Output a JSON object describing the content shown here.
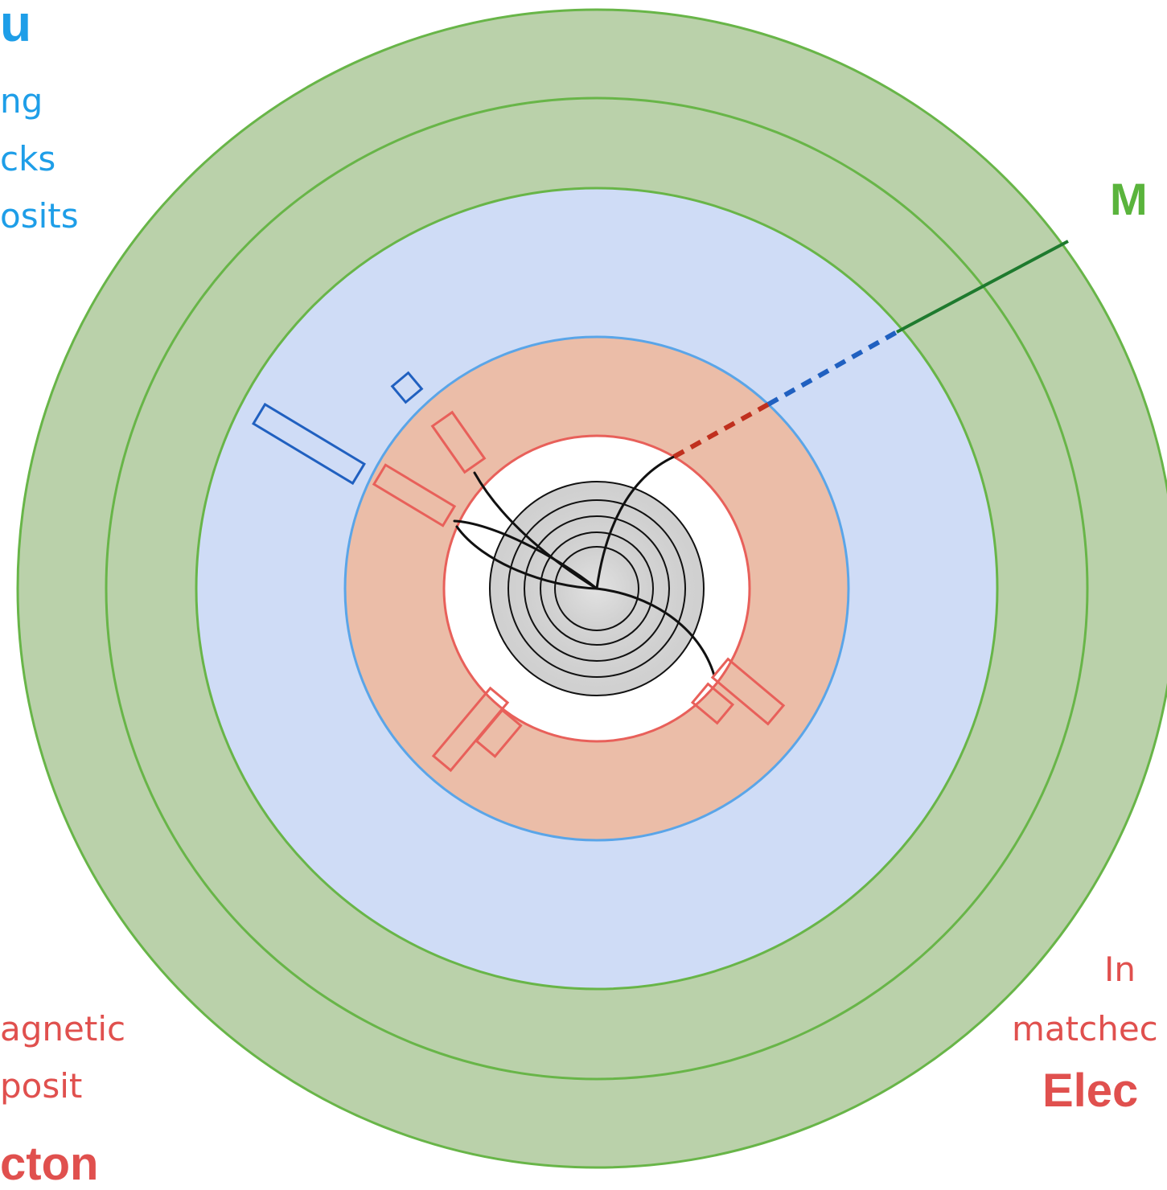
{
  "labels": {
    "top_left_heading": "u",
    "top_left_lines": [
      "ng",
      "cks",
      "osits"
    ],
    "top_right_heading": "M",
    "bottom_left_lines": [
      "agnetic",
      "posit"
    ],
    "bottom_left_heading": "cton",
    "bottom_right_lines": [
      "In",
      "matchec"
    ],
    "bottom_right_heading": "Elec"
  },
  "colors": {
    "muon_outer": "#bad1aa",
    "muon_stroke": "#68b548",
    "hadronic_calorimeter": "#cfdcf6",
    "hadronic_stroke": "#5aa5e8",
    "em_calorimeter": "#ebbda8",
    "em_stroke": "#e8605a",
    "tracker_layers": "#d9d9d9",
    "tracks": "#111111",
    "muon_track": "#1e7a2e",
    "hadron_deposit": "#2060c0",
    "text_blue": "#1e9ee8",
    "text_green": "#5ab43c",
    "text_red": "#e0504e"
  }
}
